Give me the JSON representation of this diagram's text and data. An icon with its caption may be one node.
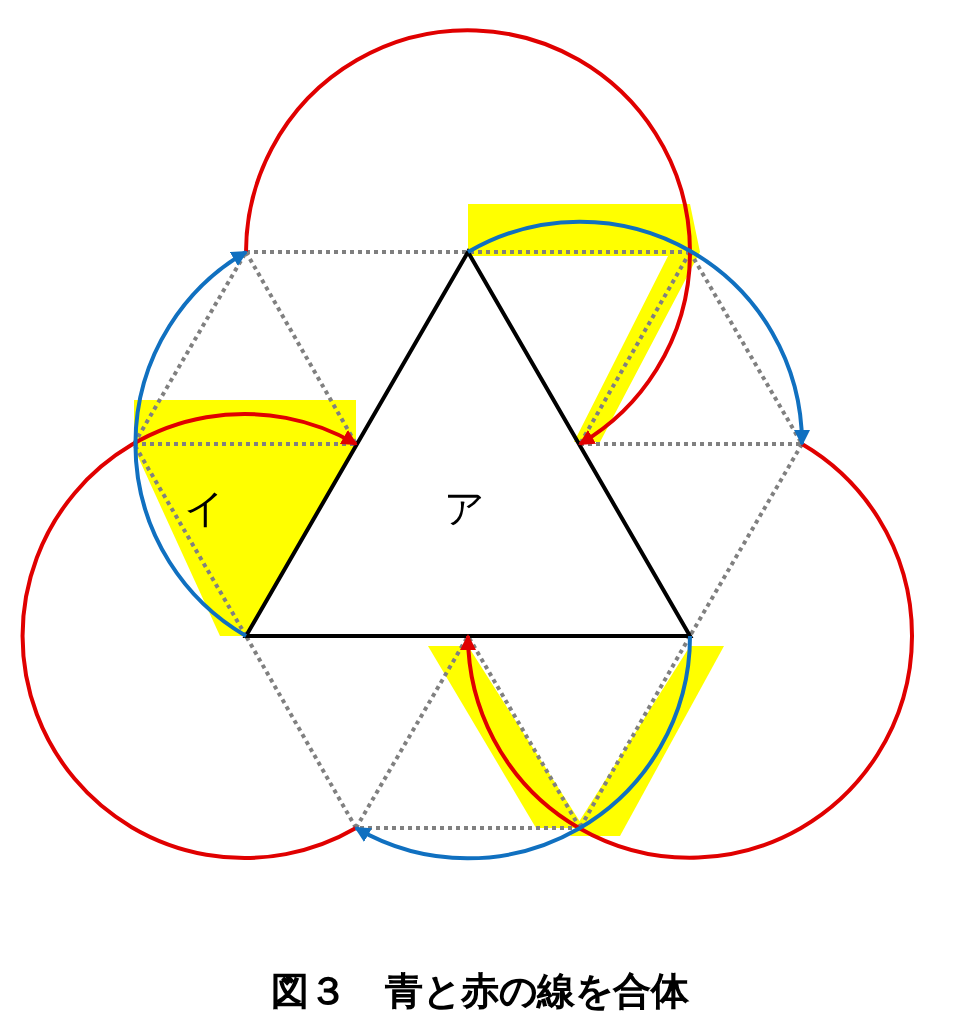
{
  "diagram": {
    "caption": "図３　青と赤の線を合体",
    "labels": [
      "イ",
      "ア"
    ]
  }
}
